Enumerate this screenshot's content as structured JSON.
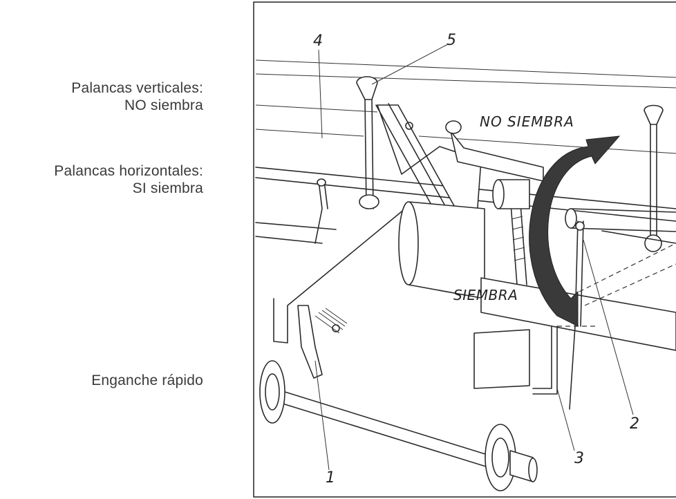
{
  "captions": {
    "vertical": {
      "line1": "Palancas verticales:",
      "line2": "NO siembra"
    },
    "horizontal": {
      "line1": "Palancas horizontales:",
      "line2": "SI siembra"
    },
    "hitch": {
      "line1": "Enganche rápido"
    }
  },
  "figure": {
    "label_no_siembra": "NO SIEMBRA",
    "label_siembra": "SIEMBRA",
    "callouts": [
      "1",
      "2",
      "3",
      "4",
      "5"
    ],
    "arrow_color": "#3a3a3a"
  }
}
